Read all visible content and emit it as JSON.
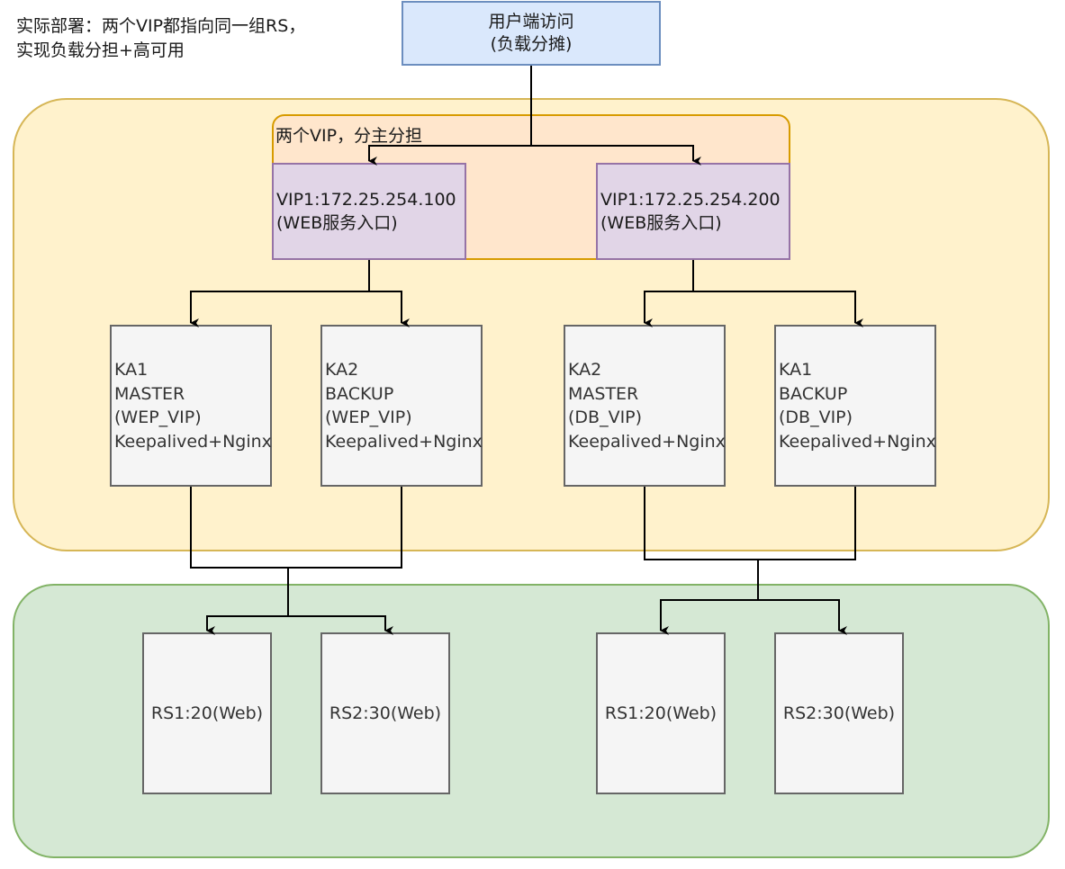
{
  "note": "实际部署：两个VIP都指向同一组RS，\n实现负载分担+高可用",
  "client": {
    "label": "用户端访问\n(负载分摊)"
  },
  "vip_group": {
    "label": "两个VIP，分主分担"
  },
  "vips": [
    {
      "label": "VIP1:172.25.254.100\n(WEB服务入口)"
    },
    {
      "label": "VIP1:172.25.254.200\n(WEB服务入口)"
    }
  ],
  "ka_nodes": [
    {
      "label": "KA1\nMASTER\n(WEP_VIP)\nKeepalived+Nginx"
    },
    {
      "label": "KA2\nBACKUP\n(WEP_VIP)\nKeepalived+Nginx"
    },
    {
      "label": "KA2\nMASTER\n(DB_VIP)\nKeepalived+Nginx"
    },
    {
      "label": "KA1\nBACKUP\n(DB_VIP)\nKeepalived+Nginx"
    }
  ],
  "rs_nodes": [
    {
      "label": "RS1:20(Web)"
    },
    {
      "label": "RS2:30(Web)"
    },
    {
      "label": "RS1:20(Web)"
    },
    {
      "label": "RS2:30(Web)"
    }
  ],
  "colors": {
    "client_fill": "#dae8fc",
    "client_stroke": "#6c8ebf",
    "ka_zone_fill": "#fff2cc",
    "ka_zone_stroke": "#d6b656",
    "rs_zone_fill": "#d5e8d4",
    "rs_zone_stroke": "#82b366",
    "vip_group_fill": "#ffe6cc",
    "vip_group_stroke": "#d79b00",
    "vip_fill": "#e1d5e7",
    "vip_stroke": "#9673a6",
    "node_fill": "#f5f5f5",
    "node_stroke": "#666666",
    "edge": "#000000"
  }
}
